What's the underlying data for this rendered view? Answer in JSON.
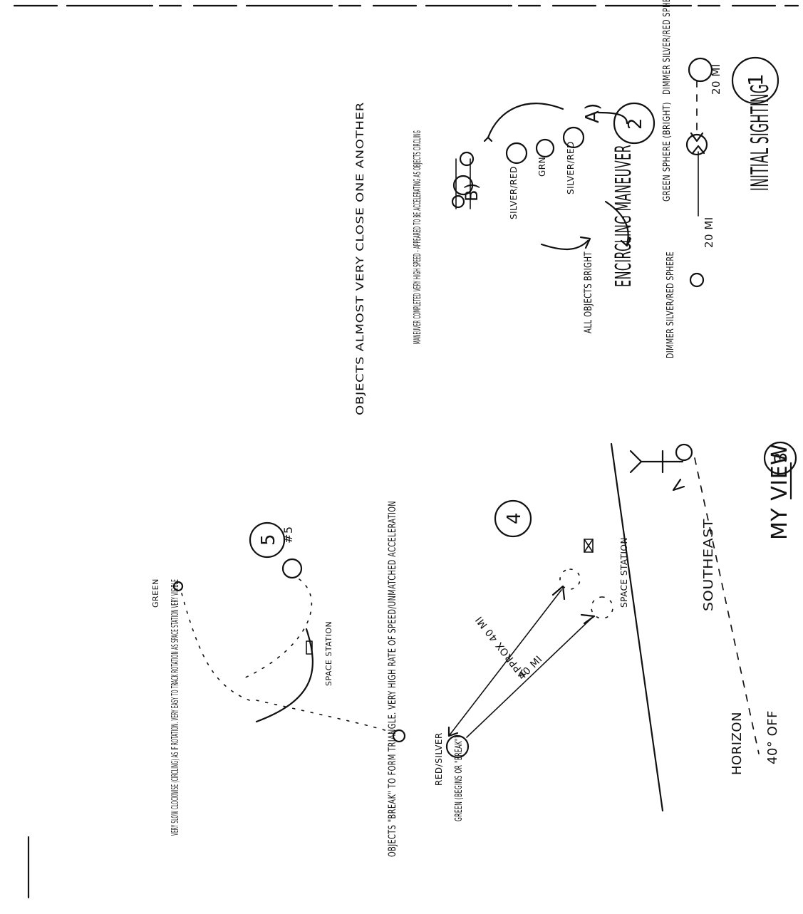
{
  "panel1": {
    "number": "1",
    "title": "INITIAL SIGHTING",
    "left_label": "DIMMER SILVER/RED SPHERE",
    "left_distance": "20 MI",
    "center_label": "GREEN SPHERE (BRIGHT)",
    "right_distance": "20 MI",
    "right_label": "DIMMER SILVER/RED SPHERE"
  },
  "panel2": {
    "number": "2",
    "title": "ENCIRCLING MANEUVER",
    "sub_a": "A)",
    "obj_top": "SILVER/RED",
    "obj_mid": "GRN",
    "obj_bottom": "SILVER/RED",
    "note": "ALL OBJECTS BRIGHT",
    "sub_b": "B)",
    "maneuver_note": "MANEUVER COMPLETED VERY HIGH SPEED - APPEARED TO BE ACCELERATING AS OBJECTS CIRCLING",
    "bottom_note": "OBJECTS ALMOST VERY CLOSE ONE ANOTHER"
  },
  "panel3": {
    "number": "3",
    "title": "MY VIEW",
    "direction": "SOUTHEAST",
    "angle": "40° OFF",
    "horizon": "HORIZON"
  },
  "panel4": {
    "number": "4",
    "left_distance": "APPROX 40 MI",
    "right_distance": "40 MI",
    "green_label": "GREEN (BEGINS OR \"BREAK\")",
    "station_label": "SPACE STATION",
    "caption": "OBJECTS \"BREAK\" TO FORM TRIANGLE. VERY HIGH RATE OF SPEED/UNMATCHED ACCELERATION"
  },
  "panel5": {
    "number": "5",
    "left_marker": "#5",
    "green_label": "GREEN",
    "station_label": "SPACE STATION",
    "right_label": "RED/SILVER",
    "note": "VERY SLOW CLOCKWISE (CIRCLING) AS IF ROTATION. VERY EASY TO TRACK ROTATION AS SPACE STATION VERY VISIBLE"
  }
}
